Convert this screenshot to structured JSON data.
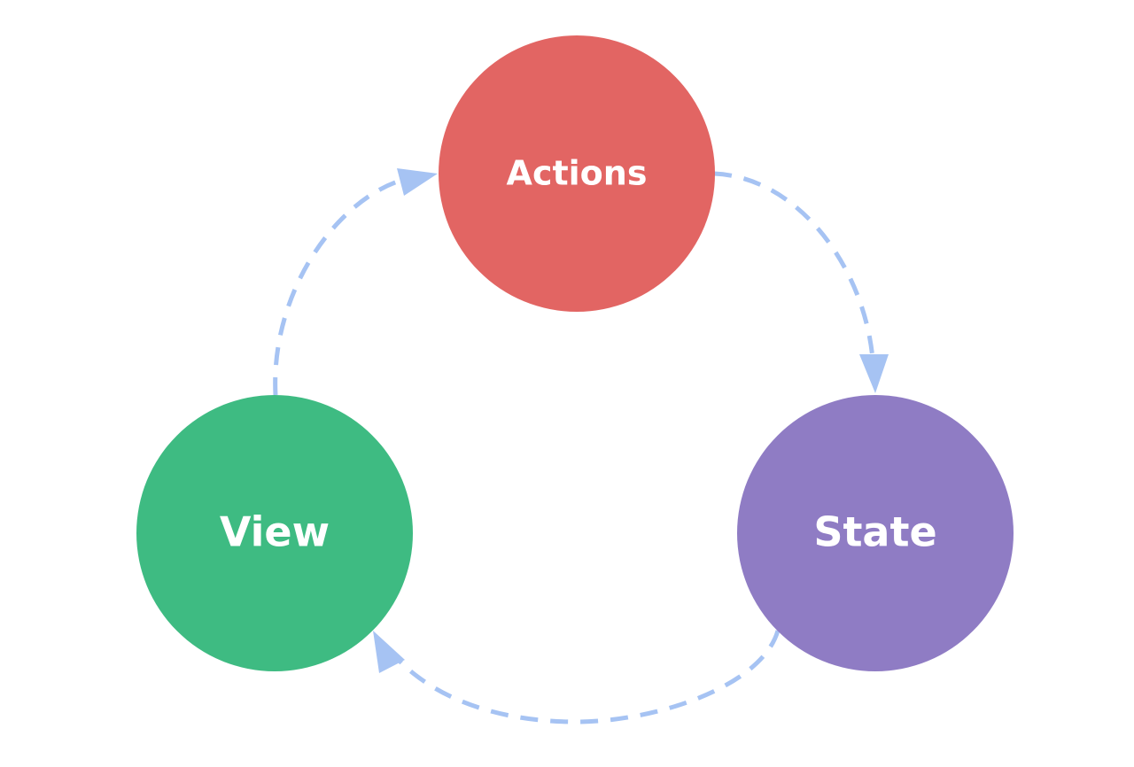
{
  "diagram": {
    "nodes": {
      "actions": {
        "label": "Actions",
        "color": "#e26563"
      },
      "state": {
        "label": "State",
        "color": "#8f7cc4"
      },
      "view": {
        "label": "View",
        "color": "#3ebb82"
      }
    },
    "arrow_color": "#a6c3f3",
    "edges": [
      {
        "from": "Actions",
        "to": "State"
      },
      {
        "from": "State",
        "to": "View"
      },
      {
        "from": "View",
        "to": "Actions"
      }
    ]
  }
}
